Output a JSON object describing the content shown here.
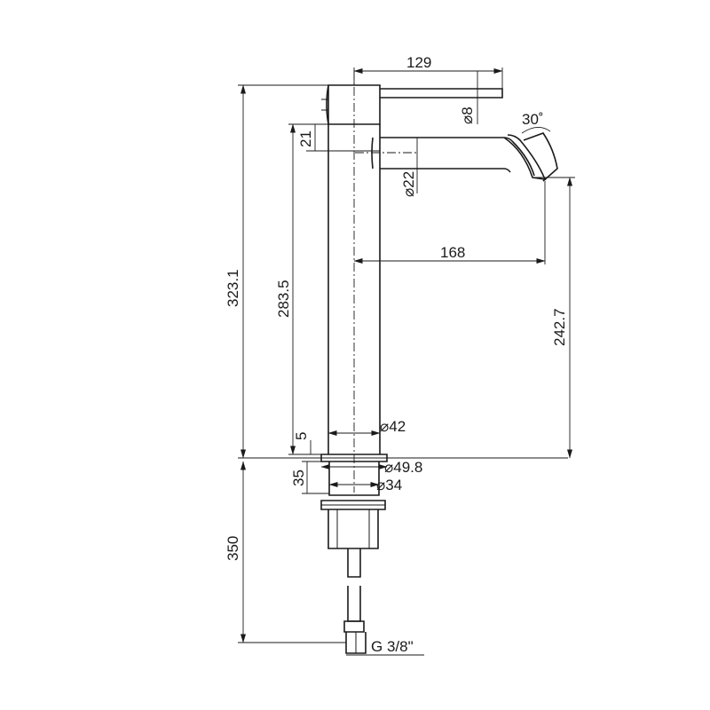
{
  "dimensions": {
    "handle_length": "129",
    "handle_diameter": "⌀8",
    "spout_angle": "30˚",
    "spout_offset": "21",
    "spout_diameter": "⌀22",
    "spout_reach": "168",
    "total_height": "323.1",
    "body_height": "283.5",
    "spout_height": "242.7",
    "body_diameter": "⌀42",
    "base_step": "5",
    "base_diameter": "⌀49.8",
    "shank_diameter": "⌀34",
    "base_height": "35",
    "hose_length": "350",
    "connection_thread": "G 3/8\""
  }
}
